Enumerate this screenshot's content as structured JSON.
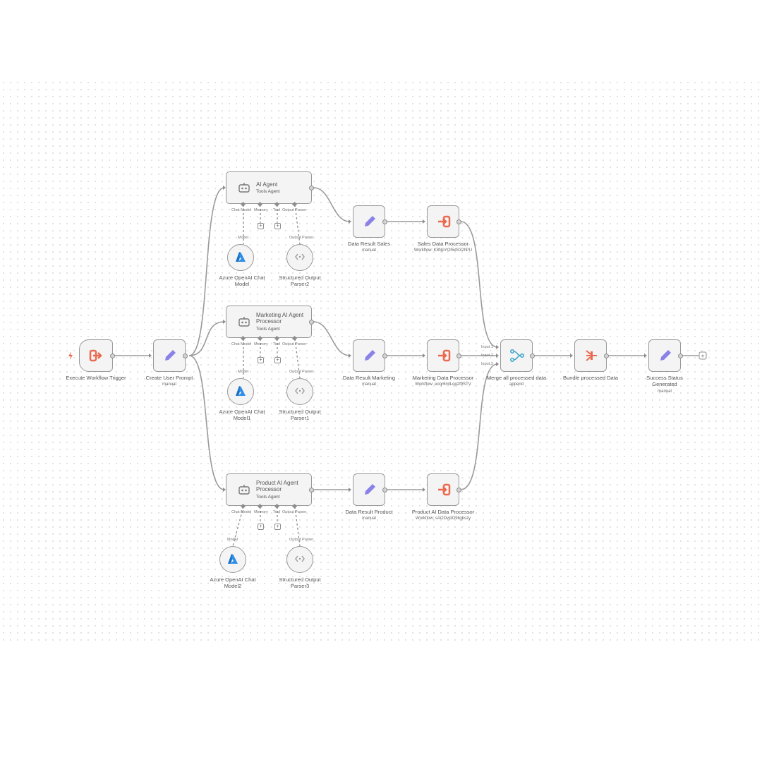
{
  "nodes": {
    "trigger": {
      "label": "Execute Workflow Trigger"
    },
    "create_prompt": {
      "label": "Create User Prompt",
      "sub": "manual"
    },
    "agent1": {
      "title": "AI Agent",
      "sub": "Tools Agent"
    },
    "agent2": {
      "title": "Marketing AI Agent Processor",
      "sub": "Tools Agent"
    },
    "agent3": {
      "title": "Product AI Agent Processor",
      "sub": "Tools Agent"
    },
    "model1": {
      "label": "Azure OpenAI Chat Model"
    },
    "model2": {
      "label": "Azure OpenAI Chat Model1"
    },
    "model3": {
      "label": "Azure OpenAI Chat Model2"
    },
    "parser1": {
      "label": "Structured Output Parser2"
    },
    "parser2": {
      "label": "Structured Output Parser1"
    },
    "parser3": {
      "label": "Structured Output Parser3"
    },
    "set1": {
      "label": "Data Result Sales",
      "sub": "manual"
    },
    "set2": {
      "label": "Data Result Marketing",
      "sub": "manual"
    },
    "set3": {
      "label": "Data Result Product",
      "sub": "manual"
    },
    "exec1": {
      "label": "Sales Data Processor",
      "sub": "Workflow: K8NpYOt5dS32hPU"
    },
    "exec2": {
      "label": "Marketing Data Processor",
      "sub": "Workflow: eoqr6mlLqq2f9STV"
    },
    "exec3": {
      "label": "Product AI Data Processor",
      "sub": "Workflow: sAODvjdO9ligbszy"
    },
    "merge": {
      "label": "Merge all processed data",
      "sub": "append",
      "inputs": [
        "Input 1",
        "Input 2",
        "Input 3"
      ]
    },
    "bundle": {
      "label": "Bundle processed Data"
    },
    "success": {
      "label": "Success Status Generated",
      "sub": "manual"
    }
  },
  "sub_ports": {
    "chat_model": "Chat Model",
    "memory": "Memory",
    "tool": "Tool",
    "output_parser": "Output Parser",
    "model": "Model"
  },
  "colors": {
    "trigger": "#ea6a4f",
    "edit": "#8b82e8",
    "azure": "#1a73c8",
    "merge": "#3aa3c9",
    "wire": "#9a9a9a"
  },
  "icons": {
    "trigger": "sign-in-icon",
    "edit": "pencil-icon",
    "agent": "robot-icon",
    "azure": "azure-logo-icon",
    "parser": "code-brackets-icon",
    "merge": "merge-icon",
    "bundle": "bundle-icon"
  }
}
